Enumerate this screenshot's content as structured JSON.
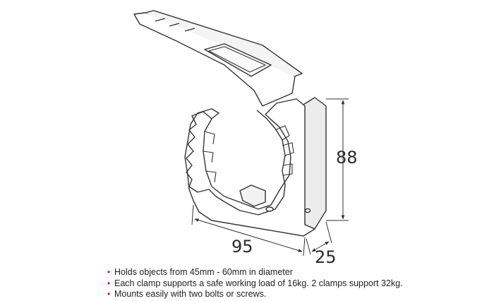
{
  "product": {
    "dimensions": {
      "height": "88",
      "width": "95",
      "depth": "25"
    },
    "features": [
      "Holds objects from 45mm - 60mm in diameter",
      "Each clamp supports a safe working load of 16kg.  2 clamps support 32kg.",
      "Mounts easily with two bolts or screws."
    ],
    "bullet_color": "#c8102e",
    "bullet_glyph": "•"
  }
}
